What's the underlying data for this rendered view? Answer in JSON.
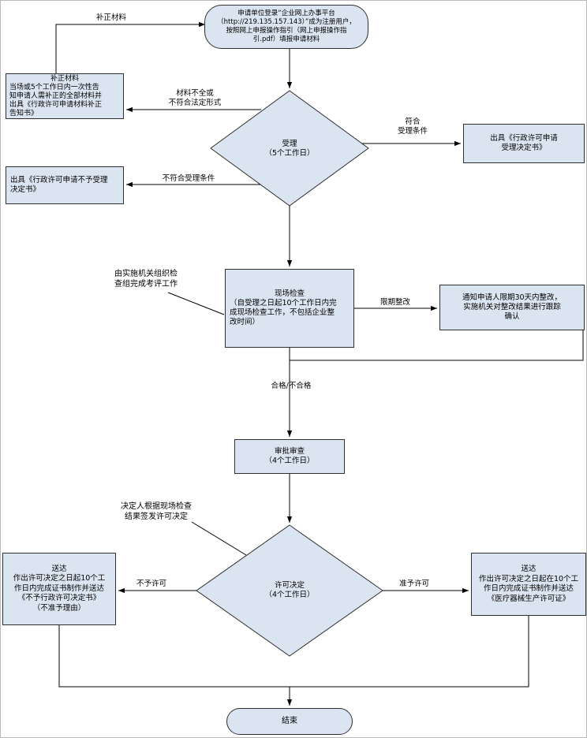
{
  "colors": {
    "node_fill": "#dbe5f1",
    "node_border": "#2f2f2f",
    "connector": "#000000",
    "background": "#ffffff"
  },
  "nodes": {
    "start": {
      "text": "申请单位登录“企业网上办事平台\n（http://219.135.157.143）”成为注册用户，\n按照网上申报操作指引（网上申报操作指\n引.pdf）填报申请材料"
    },
    "correct": {
      "title": "补正材料",
      "body": "当场或5个工作日内一次性告\n知申请人需补正的全部材料并\n出具《行政许可申请材料补正\n告知书》"
    },
    "reject": {
      "text": "出具《行政许可申请不予受理\n决定书》"
    },
    "accept_diamond": {
      "text": "受理\n（5个工作日）"
    },
    "accept_box": {
      "text": "出具《行政许可申请\n受理决定书》"
    },
    "inspect": {
      "title": "现场检查",
      "body": "（自受理之日起10个工作日内完\n成现场检查工作，不包括企业整\n改时间）"
    },
    "notify": {
      "text": "通知申请人限期30天内整改，\n实施机关对整改结果进行跟踪\n确认"
    },
    "review": {
      "text": "审批审查\n（4个工作日）"
    },
    "decision_diamond": {
      "text": "许可决定\n（4个工作日）"
    },
    "deny": {
      "title": "送达",
      "body": "作出许可决定之日起10个工\n作日内完成证书制作并送达\n《不予行政许可决定书》\n（不准予理由）"
    },
    "grant": {
      "title": "送达",
      "body": "作出许可决定之日起在10个工\n作日内完成证书制作并送达\n《医疗器械生产许可证》"
    },
    "end": {
      "text": "结束"
    }
  },
  "edge_labels": {
    "supplement": "补正材料",
    "incomplete": "材料不全或\n不符合法定形式",
    "not_accept": "不符合受理条件",
    "accept": "符合\n受理条件",
    "rectify": "限期整改",
    "pass_fail": "合格/不合格",
    "deny": "不予许可",
    "grant": "准予许可"
  },
  "annotations": {
    "inspection_team": "由实施机关组织检\n查组完成考评工作",
    "decision_maker": "决定人根据现场检查\n结果签发许可决定"
  }
}
